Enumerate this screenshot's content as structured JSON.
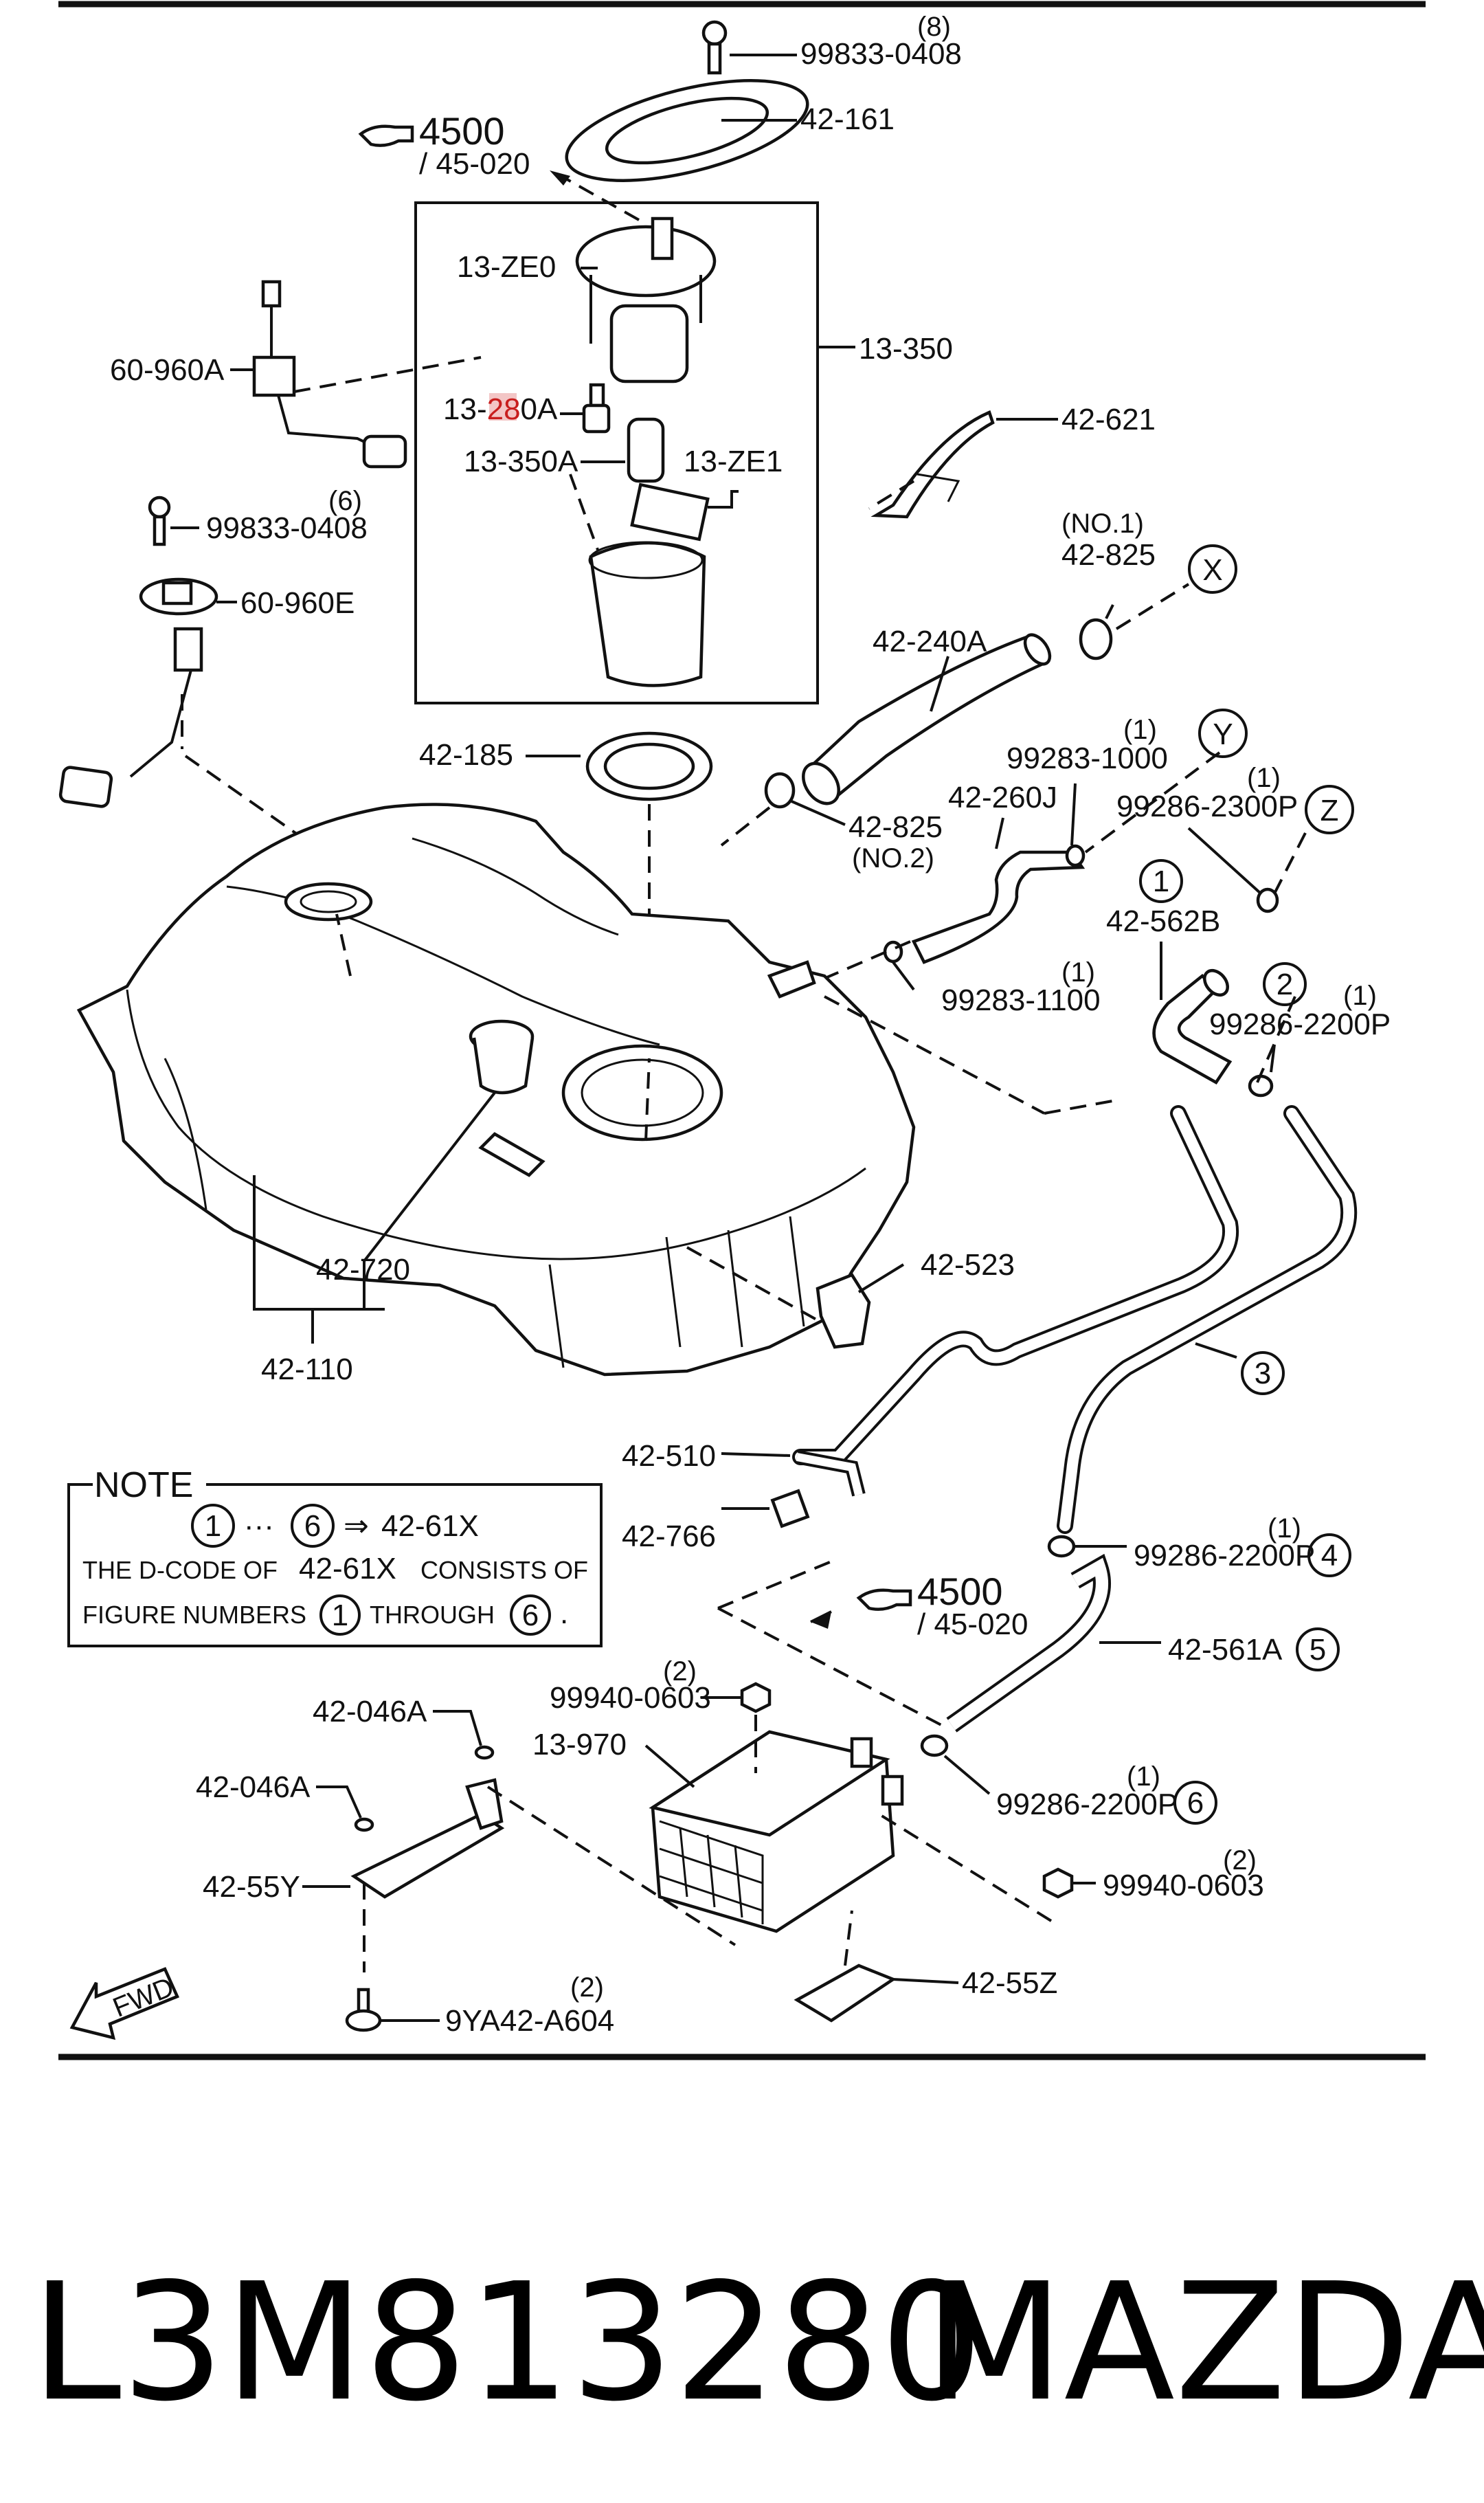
{
  "callouts": {
    "p99833_0408_top": "99833-0408",
    "p99833_0408_top_qty": "(8)",
    "p42_161": "42-161",
    "ref4500_top": "4500",
    "ref45020_top": "/ 45-020",
    "p13_ze0": "13-ZE0",
    "p13_350": "13-350",
    "p60_960a": "60-960A",
    "p13_280a_pre": "13-",
    "p13_280a_hl": "28",
    "p13_280a_post": "0A",
    "p13_350a": "13-350A",
    "p13_ze1": "13-ZE1",
    "p42_621": "42-621",
    "p99833_0408_mid_qty": "(6)",
    "p99833_0408_mid": "99833-0408",
    "p42_825_no1_tag": "(NO.1)",
    "p42_825_top": "42-825",
    "marker_x": "X",
    "p60_960e": "60-960E",
    "p42_240a": "42-240A",
    "p99283_1000_qty": "(1)",
    "p99283_1000": "99283-1000",
    "marker_y": "Y",
    "p42_185": "42-185",
    "p42_825_bottom": "42-825",
    "p42_825_no2_tag": "(NO.2)",
    "p42_260j": "42-260J",
    "p99286_2300p_qty": "(1)",
    "p99286_2300p": "99286-2300P",
    "marker_z": "Z",
    "circ1": "1",
    "p42_562b": "42-562B",
    "p99283_1100_qty": "(1)",
    "p99283_1100": "99283-1100",
    "circ2": "2",
    "p99286_2200p_a_qty": "(1)",
    "p99286_2200p_a": "99286-2200P",
    "p42_523": "42-523",
    "p42_720": "42-720",
    "p42_110": "42-110",
    "circ3": "3",
    "p42_510": "42-510",
    "p42_766": "42-766",
    "p99286_2200p_b_qty": "(1)",
    "p99286_2200p_b": "99286-2200P",
    "circ4": "4",
    "ref4500_mid": "4500",
    "ref45020_mid": "/ 45-020",
    "p42_561a": "42-561A",
    "circ5": "5",
    "p99940_0603_a_qty": "(2)",
    "p99940_0603_a": "99940-0603",
    "p42_046a_a": "42-046A",
    "p13_970": "13-970",
    "p42_046a_b": "42-046A",
    "p99286_2200p_c_qty": "(1)",
    "p99286_2200p_c": "99286-2200P",
    "circ6": "6",
    "p42_55y": "42-55Y",
    "p99940_0603_b_qty": "(2)",
    "p99940_0603_b": "99940-0603",
    "p42_55z": "42-55Z",
    "p9ya42_a604_qty": "(2)",
    "p9ya42_a604": "9YA42-A604",
    "fwd": "FWD"
  },
  "note": {
    "title": "NOTE",
    "range_start": "1",
    "range_dots": "···",
    "range_end": "6",
    "arrow": "⇒",
    "range_code": "42-61X",
    "line2_a": "THE D-CODE OF",
    "line2_code": "42-61X",
    "line2_b": "CONSISTS OF",
    "line3_a": "FIGURE NUMBERS",
    "line3_from": "1",
    "line3_through": "THROUGH",
    "line3_to": "6",
    "line3_end": "."
  },
  "footer": {
    "part_number": "L3M813280",
    "brand": "MAZDA"
  }
}
